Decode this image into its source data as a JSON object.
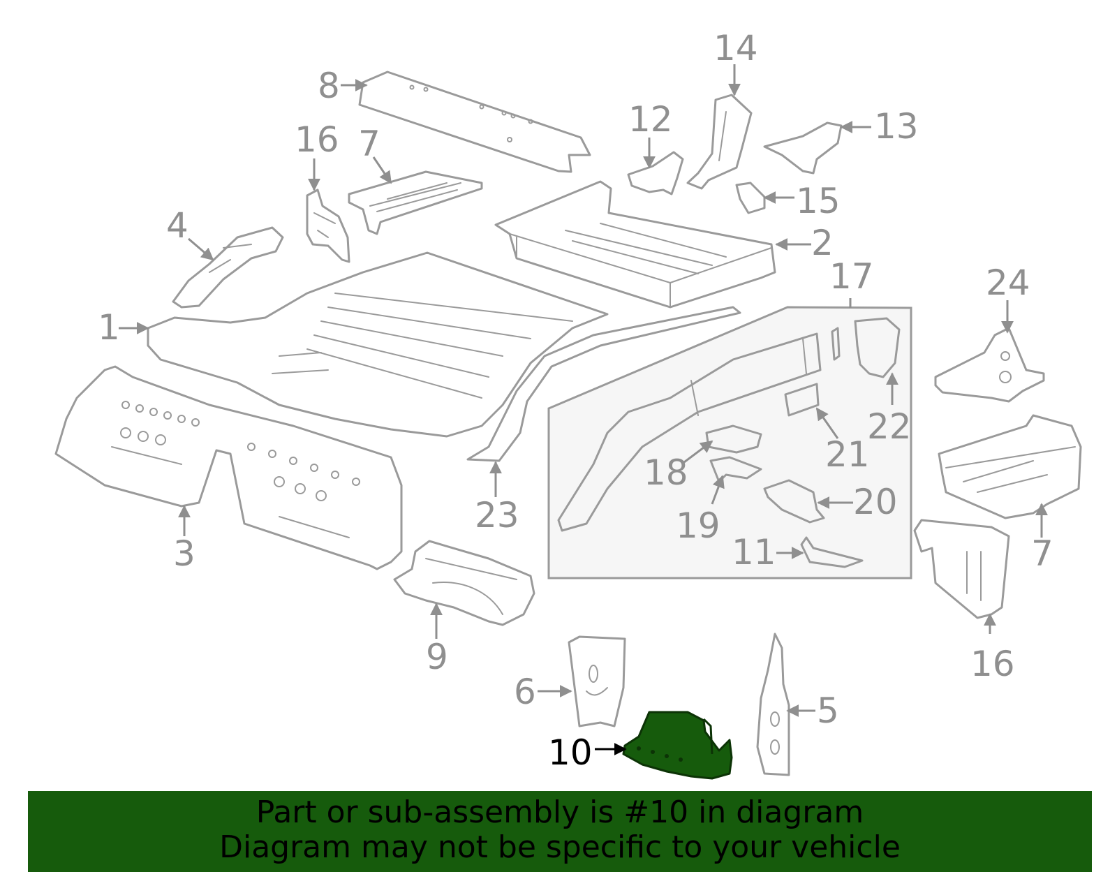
{
  "highlighted_part": "10",
  "callouts": {
    "c1": "1",
    "c2": "2",
    "c3": "3",
    "c4": "4",
    "c5": "5",
    "c6": "6",
    "c7a": "7",
    "c7b": "7",
    "c8": "8",
    "c9": "9",
    "c10": "10",
    "c11": "11",
    "c12": "12",
    "c13": "13",
    "c14": "14",
    "c15": "15",
    "c16a": "16",
    "c16b": "16",
    "c17": "17",
    "c18": "18",
    "c19": "19",
    "c20": "20",
    "c21": "21",
    "c22": "22",
    "c23": "23",
    "c24": "24"
  },
  "banner": {
    "line1": "Part or sub-assembly is #10 in diagram",
    "line2": "Diagram may not be specific to your vehicle"
  },
  "colors": {
    "highlight": "#165b0c",
    "outline": "#9a9a9a",
    "label": "#8f8f8f"
  }
}
